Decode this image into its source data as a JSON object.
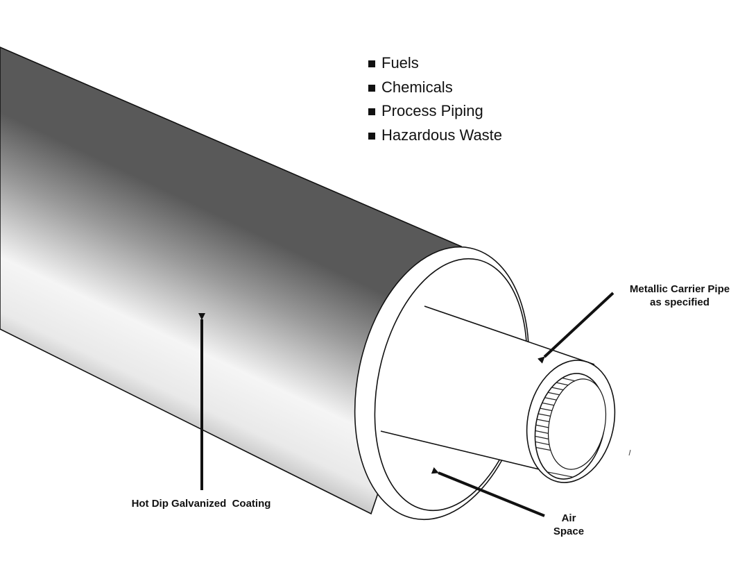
{
  "uses": {
    "items": [
      "Fuels",
      "Chemicals",
      "Process Piping",
      "Hazardous Waste"
    ]
  },
  "callouts": {
    "carrier_pipe": {
      "line1": "Metallic Carrier Pipe",
      "line2": "as specified"
    },
    "coating": {
      "text": "Hot Dip Galvanized  Coating"
    },
    "air_space": {
      "line1": "Air",
      "line2": "Space"
    }
  },
  "colors": {
    "outline": "#111111",
    "arrow": "#111111",
    "shade_dark": "#5a5a5a",
    "shade_light": "#f4f4f4"
  }
}
